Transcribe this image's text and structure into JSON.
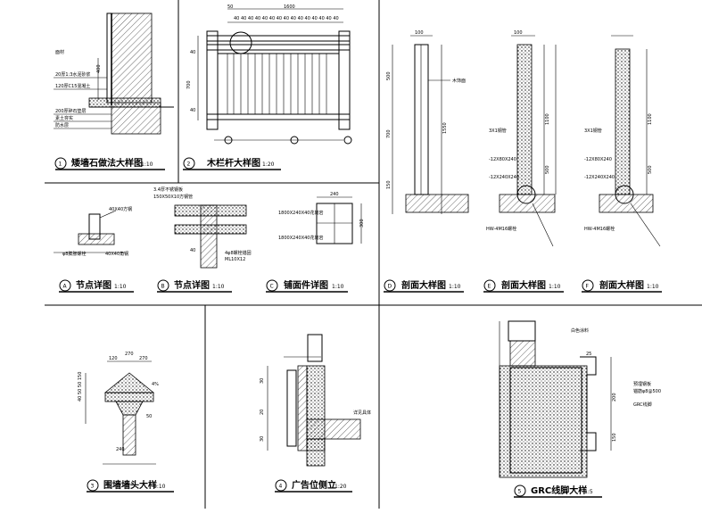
{
  "panels": [
    {
      "num": "1",
      "title": "矮墙石做法大样图",
      "scale": "1:10"
    },
    {
      "num": "2",
      "title": "木栏杆大样图",
      "scale": "1:20"
    },
    {
      "num": "A",
      "title": "节点详图",
      "scale": "1:10"
    },
    {
      "num": "B",
      "title": "节点详图",
      "scale": "1:10"
    },
    {
      "num": "C",
      "title": "铺面件详图",
      "scale": "1:10"
    },
    {
      "num": "D",
      "title": "剖面大样图",
      "scale": "1:10"
    },
    {
      "num": "E",
      "title": "剖面大样图",
      "scale": "1:10"
    },
    {
      "num": "F",
      "title": "剖面大样图",
      "scale": "1:10"
    },
    {
      "num": "3",
      "title": "围墙墙头大样",
      "scale": "1:10"
    },
    {
      "num": "4",
      "title": "广告位侧立",
      "scale": "1:20"
    },
    {
      "num": "5",
      "title": "GRC线脚大样",
      "scale": "1:5"
    }
  ],
  "dims": {
    "rail_total": "1600",
    "rail_left": "50",
    "rail_spacing": "40 40 40 40 40 40 40 40 40 40 40 40 40 40 40",
    "rail_h1": "40",
    "rail_h2": "700",
    "rail_h3": "40",
    "d_top": "100",
    "d_h1": "500",
    "d_h2": "1550",
    "d_h3": "700",
    "d_h4": "150",
    "e_h1": "1100",
    "e_h2": "500",
    "e_top": "100",
    "f_h1": "1100",
    "f_h2": "500",
    "head_w1": "120",
    "head_w2": "270",
    "head_w3": "270",
    "head_h": "50",
    "head_b": "240",
    "c_w": "240",
    "c_h": "300",
    "g_h1": "200",
    "g_h2": "150",
    "g_w": "25"
  }
}
